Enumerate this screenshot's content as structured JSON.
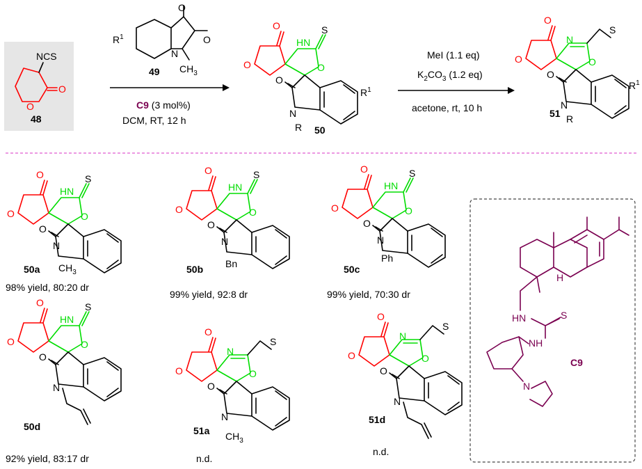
{
  "colors": {
    "lactone": "#ff0000",
    "oxazolidine": "#00dd00",
    "catalyst": "#7a0050",
    "divider": "#e05ad0",
    "highlight_box": "#e6e6e6"
  },
  "atoms": {
    "ncs": "NCS",
    "o": "O",
    "n": "N",
    "hn": "HN",
    "s": "S",
    "nh": "NH",
    "h": "H",
    "r": "R",
    "r1": "R",
    "sup1": "1",
    "ch3": "CH",
    "sub3": "3",
    "bn": "Bn",
    "ph": "Ph"
  },
  "reaction": {
    "step1": {
      "reagent_label": "49",
      "catalyst_label": "C9",
      "catalyst_loading": " (3 mol%)",
      "conditions": "DCM, RT, 12 h"
    },
    "step2": {
      "reagent1": "MeI (1.1 eq)",
      "reagent2_a": "K",
      "reagent2_sub": "2",
      "reagent2_b": "CO",
      "reagent2_sub2": "3",
      "reagent2_c": " (1.2 eq)",
      "conditions": "acetone, rt, 10 h"
    }
  },
  "compounds": {
    "c48": "48",
    "c49": "49",
    "c50": "50",
    "c51": "51",
    "c50a": {
      "label": "50a",
      "result": "98% yield, 80:20 dr"
    },
    "c50b": {
      "label": "50b",
      "result": "99% yield, 92:8 dr"
    },
    "c50c": {
      "label": "50c",
      "result": "99% yield, 70:30 dr"
    },
    "c50d": {
      "label": "50d",
      "result": "92% yield, 83:17 dr"
    },
    "c51a": {
      "label": "51a",
      "result": "n.d."
    },
    "c51d": {
      "label": "51d",
      "result": "n.d."
    },
    "cat": "C9"
  }
}
